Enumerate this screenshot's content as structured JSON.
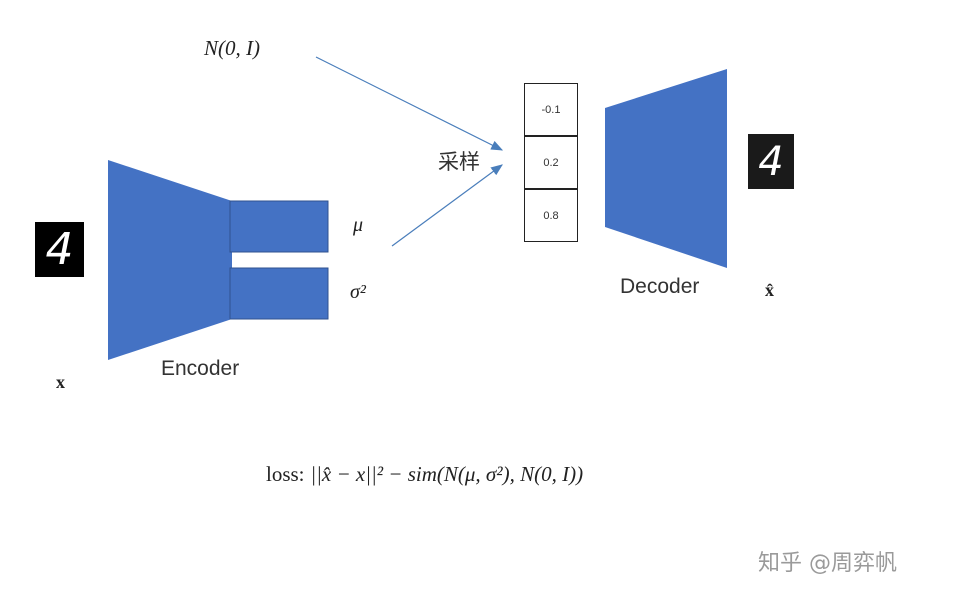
{
  "labels": {
    "prior": "N(0, I)",
    "sampling": "采样",
    "mu": "μ",
    "sigma": "σ²",
    "encoder": "Encoder",
    "decoder": "Decoder",
    "x": "x",
    "x_hat": "x̂",
    "input_digit": "4",
    "output_digit": "4"
  },
  "latent_values": [
    "-0.1",
    "0.2",
    "0.8"
  ],
  "loss": {
    "prefix": "loss:",
    "formula": "||x̂ − x||² − sim(N(μ, σ²), N(0, I))"
  },
  "watermark": "知乎 @周弈帆",
  "colors": {
    "shape_fill": "#4472c4",
    "arrow": "#4a7ebb"
  }
}
